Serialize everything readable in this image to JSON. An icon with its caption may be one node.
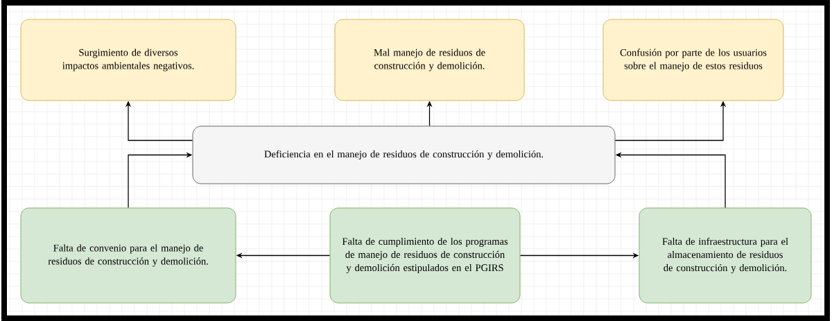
{
  "diagram": {
    "nodes": [
      {
        "text": [
          "Surgimiento de diversos impactos ambientales negativos."
        ]
      },
      {
        "text": [
          "Mal manejo de residuos de construcción y demolición."
        ]
      },
      {
        "text": [
          "Confusión por parte de los usuarios sobre el manejo de estos residuos"
        ]
      },
      {
        "text": [
          "Deficiencia en el manejo de residuos de construcción y demolición."
        ]
      },
      {
        "text": [
          "Falta de convenio para el manejo de residuos de construcción y demolición."
        ]
      },
      {
        "text": [
          "Falta de cumplimiento de los programas de manejo de residuos de construcción y demolición estipulados en el PGIRS"
        ]
      },
      {
        "text": [
          "Falta de infraestructura para el almacenamiento de residuos de construcción y demolición."
        ]
      }
    ],
    "edges": [
      {
        "from": 3,
        "to": 0,
        "arrow": "to"
      },
      {
        "from": 3,
        "to": 1,
        "arrow": "to"
      },
      {
        "from": 3,
        "to": 2,
        "arrow": "to"
      },
      {
        "from": 4,
        "to": 3,
        "arrow": "to"
      },
      {
        "from": 6,
        "to": 3,
        "arrow": "to"
      },
      {
        "from": 5,
        "to": 4,
        "arrow": "to"
      },
      {
        "from": 5,
        "to": 6,
        "arrow": "to"
      }
    ]
  }
}
